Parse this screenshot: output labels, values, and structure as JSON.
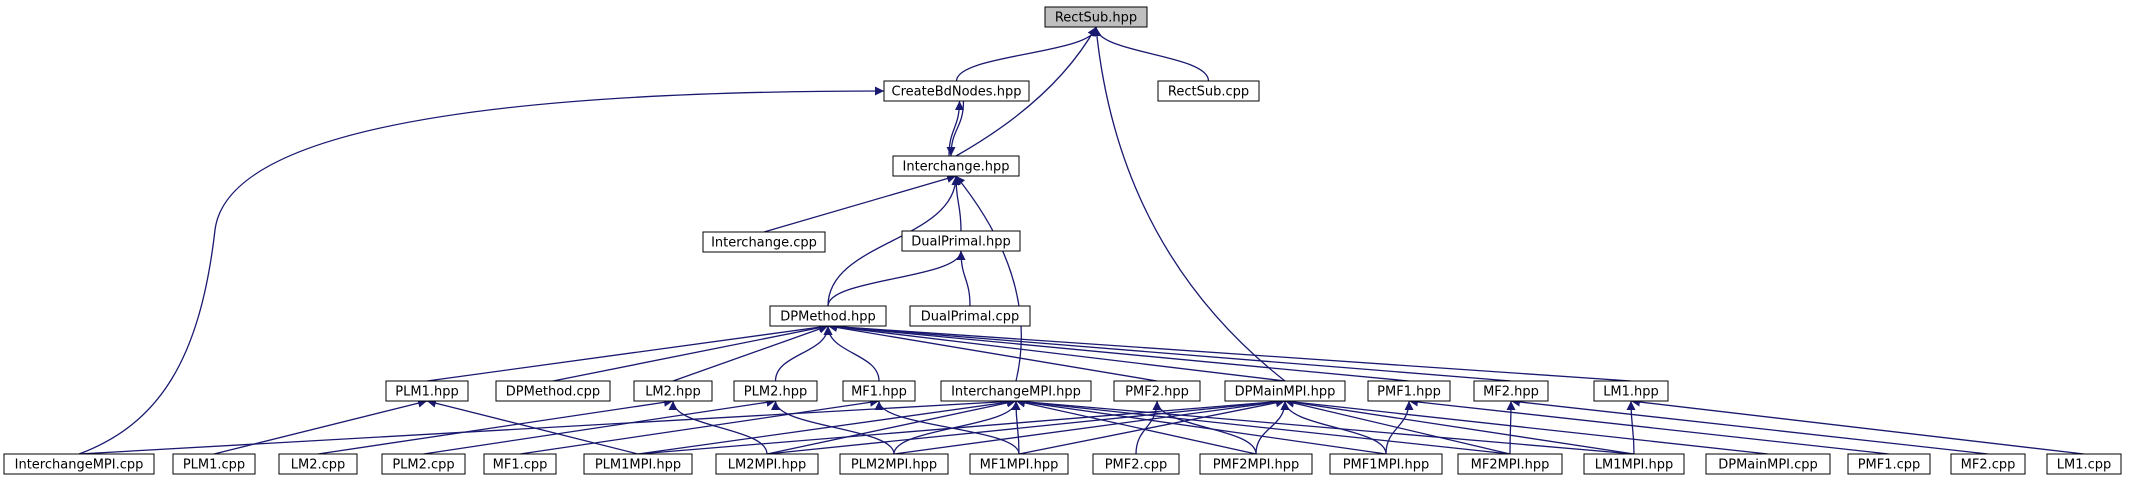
{
  "diagram": {
    "type": "include-dependency-graph",
    "colors": {
      "edge": "#191970",
      "root_fill": "#bfbfbf",
      "node_fill": "#ffffff",
      "border": "#000000"
    },
    "nodes": [
      {
        "id": "RectSub_hpp",
        "label": "RectSub.hpp",
        "root": true
      },
      {
        "id": "CreateBdNodes_hpp",
        "label": "CreateBdNodes.hpp"
      },
      {
        "id": "RectSub_cpp",
        "label": "RectSub.cpp"
      },
      {
        "id": "Interchange_hpp",
        "label": "Interchange.hpp"
      },
      {
        "id": "Interchange_cpp",
        "label": "Interchange.cpp"
      },
      {
        "id": "DualPrimal_hpp",
        "label": "DualPrimal.hpp"
      },
      {
        "id": "DPMethod_hpp",
        "label": "DPMethod.hpp"
      },
      {
        "id": "DualPrimal_cpp",
        "label": "DualPrimal.cpp"
      },
      {
        "id": "PLM1_hpp",
        "label": "PLM1.hpp"
      },
      {
        "id": "DPMethod_cpp",
        "label": "DPMethod.cpp"
      },
      {
        "id": "LM2_hpp",
        "label": "LM2.hpp"
      },
      {
        "id": "PLM2_hpp",
        "label": "PLM2.hpp"
      },
      {
        "id": "MF1_hpp",
        "label": "MF1.hpp"
      },
      {
        "id": "InterchangeMPI_hpp",
        "label": "InterchangeMPI.hpp"
      },
      {
        "id": "PMF2_hpp",
        "label": "PMF2.hpp"
      },
      {
        "id": "DPMainMPI_hpp",
        "label": "DPMainMPI.hpp"
      },
      {
        "id": "PMF1_hpp",
        "label": "PMF1.hpp"
      },
      {
        "id": "MF2_hpp",
        "label": "MF2.hpp"
      },
      {
        "id": "LM1_hpp",
        "label": "LM1.hpp"
      },
      {
        "id": "InterchangeMPI_cpp",
        "label": "InterchangeMPI.cpp"
      },
      {
        "id": "PLM1_cpp",
        "label": "PLM1.cpp"
      },
      {
        "id": "LM2_cpp",
        "label": "LM2.cpp"
      },
      {
        "id": "PLM2_cpp",
        "label": "PLM2.cpp"
      },
      {
        "id": "MF1_cpp",
        "label": "MF1.cpp"
      },
      {
        "id": "PLM1MPI_hpp",
        "label": "PLM1MPI.hpp"
      },
      {
        "id": "LM2MPI_hpp",
        "label": "LM2MPI.hpp"
      },
      {
        "id": "PLM2MPI_hpp",
        "label": "PLM2MPI.hpp"
      },
      {
        "id": "MF1MPI_hpp",
        "label": "MF1MPI.hpp"
      },
      {
        "id": "PMF2_cpp",
        "label": "PMF2.cpp"
      },
      {
        "id": "PMF2MPI_hpp",
        "label": "PMF2MPI.hpp"
      },
      {
        "id": "PMF1MPI_hpp",
        "label": "PMF1MPI.hpp"
      },
      {
        "id": "MF2MPI_hpp",
        "label": "MF2MPI.hpp"
      },
      {
        "id": "LM1MPI_hpp",
        "label": "LM1MPI.hpp"
      },
      {
        "id": "DPMainMPI_cpp",
        "label": "DPMainMPI.cpp"
      },
      {
        "id": "PMF1_cpp",
        "label": "PMF1.cpp"
      },
      {
        "id": "MF2_cpp",
        "label": "MF2.cpp"
      },
      {
        "id": "LM1_cpp",
        "label": "LM1.cpp"
      }
    ],
    "edges": [
      [
        "CreateBdNodes_hpp",
        "RectSub_hpp"
      ],
      [
        "RectSub_cpp",
        "RectSub_hpp"
      ],
      [
        "Interchange_hpp",
        "RectSub_hpp"
      ],
      [
        "DPMainMPI_hpp",
        "RectSub_hpp"
      ],
      [
        "Interchange_hpp",
        "CreateBdNodes_hpp"
      ],
      [
        "CreateBdNodes_hpp",
        "Interchange_hpp"
      ],
      [
        "InterchangeMPI_cpp",
        "CreateBdNodes_hpp"
      ],
      [
        "Interchange_cpp",
        "Interchange_hpp"
      ],
      [
        "DualPrimal_hpp",
        "Interchange_hpp"
      ],
      [
        "DPMethod_hpp",
        "Interchange_hpp"
      ],
      [
        "InterchangeMPI_hpp",
        "Interchange_hpp"
      ],
      [
        "DPMethod_hpp",
        "DualPrimal_hpp"
      ],
      [
        "DualPrimal_cpp",
        "DualPrimal_hpp"
      ],
      [
        "PLM1_hpp",
        "DPMethod_hpp"
      ],
      [
        "DPMethod_cpp",
        "DPMethod_hpp"
      ],
      [
        "LM2_hpp",
        "DPMethod_hpp"
      ],
      [
        "PLM2_hpp",
        "DPMethod_hpp"
      ],
      [
        "MF1_hpp",
        "DPMethod_hpp"
      ],
      [
        "PMF2_hpp",
        "DPMethod_hpp"
      ],
      [
        "PMF1_hpp",
        "DPMethod_hpp"
      ],
      [
        "MF2_hpp",
        "DPMethod_hpp"
      ],
      [
        "LM1_hpp",
        "DPMethod_hpp"
      ],
      [
        "DPMainMPI_hpp",
        "DPMethod_hpp"
      ],
      [
        "PLM1_cpp",
        "PLM1_hpp"
      ],
      [
        "PLM1MPI_hpp",
        "PLM1_hpp"
      ],
      [
        "LM2_cpp",
        "LM2_hpp"
      ],
      [
        "LM2MPI_hpp",
        "LM2_hpp"
      ],
      [
        "PLM2_cpp",
        "PLM2_hpp"
      ],
      [
        "PLM2MPI_hpp",
        "PLM2_hpp"
      ],
      [
        "MF1_cpp",
        "MF1_hpp"
      ],
      [
        "MF1MPI_hpp",
        "MF1_hpp"
      ],
      [
        "InterchangeMPI_cpp",
        "InterchangeMPI_hpp"
      ],
      [
        "PLM1MPI_hpp",
        "InterchangeMPI_hpp"
      ],
      [
        "LM2MPI_hpp",
        "InterchangeMPI_hpp"
      ],
      [
        "PLM2MPI_hpp",
        "InterchangeMPI_hpp"
      ],
      [
        "MF1MPI_hpp",
        "InterchangeMPI_hpp"
      ],
      [
        "PMF2MPI_hpp",
        "InterchangeMPI_hpp"
      ],
      [
        "PMF1MPI_hpp",
        "InterchangeMPI_hpp"
      ],
      [
        "MF2MPI_hpp",
        "InterchangeMPI_hpp"
      ],
      [
        "LM1MPI_hpp",
        "InterchangeMPI_hpp"
      ],
      [
        "PMF2_cpp",
        "PMF2_hpp"
      ],
      [
        "PMF2MPI_hpp",
        "PMF2_hpp"
      ],
      [
        "PLM1MPI_hpp",
        "DPMainMPI_hpp"
      ],
      [
        "LM2MPI_hpp",
        "DPMainMPI_hpp"
      ],
      [
        "PLM2MPI_hpp",
        "DPMainMPI_hpp"
      ],
      [
        "MF1MPI_hpp",
        "DPMainMPI_hpp"
      ],
      [
        "PMF2MPI_hpp",
        "DPMainMPI_hpp"
      ],
      [
        "PMF1MPI_hpp",
        "DPMainMPI_hpp"
      ],
      [
        "MF2MPI_hpp",
        "DPMainMPI_hpp"
      ],
      [
        "LM1MPI_hpp",
        "DPMainMPI_hpp"
      ],
      [
        "DPMainMPI_cpp",
        "DPMainMPI_hpp"
      ],
      [
        "PMF1MPI_hpp",
        "PMF1_hpp"
      ],
      [
        "PMF1_cpp",
        "PMF1_hpp"
      ],
      [
        "MF2MPI_hpp",
        "MF2_hpp"
      ],
      [
        "MF2_cpp",
        "MF2_hpp"
      ],
      [
        "LM1MPI_hpp",
        "LM1_hpp"
      ],
      [
        "LM1_cpp",
        "LM1_hpp"
      ]
    ]
  }
}
